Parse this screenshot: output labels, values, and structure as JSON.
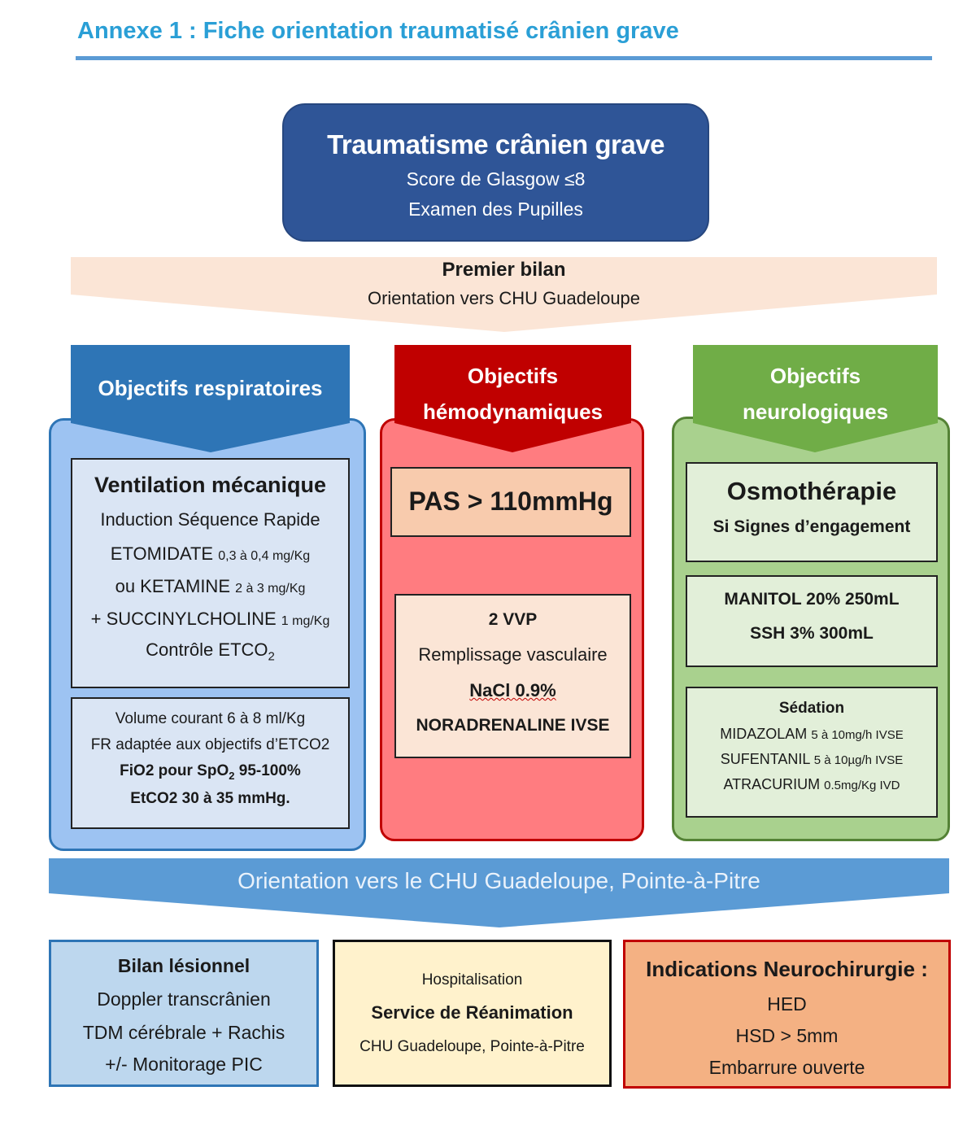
{
  "title": "Annexe 1 : Fiche orientation traumatisé crânien grave",
  "top": {
    "title": "Traumatisme crânien grave",
    "line2": "Score de Glasgow ≤8",
    "line3": "Examen des Pupilles"
  },
  "bilan": {
    "title": "Premier bilan",
    "subtitle": "Orientation vers CHU Guadeloupe"
  },
  "respiratory": {
    "header": "Objectifs respiratoires",
    "box1": {
      "title": "Ventilation  mécanique",
      "line1": "Induction Séquence Rapide",
      "drug1": "ETOMIDATE",
      "dose1": "0,3 à 0,4 mg/Kg",
      "drug2": "ou KETAMINE",
      "dose2": "2 à 3 mg/Kg",
      "drug3": "+ SUCCINYLCHOLINE",
      "dose3": "1 mg/Kg",
      "control": "Contrôle ETCO",
      "control_sub": "2"
    },
    "box2": {
      "line1": "Volume courant 6 à 8 ml/Kg",
      "line2": "FR adaptée aux objectifs d’ETCO2",
      "line3_pre": "FiO2 pour SpO",
      "line3_sub": "2",
      "line3_post": " 95-100%",
      "line4": "EtCO2 30 à 35 mmHg."
    }
  },
  "hemodynamic": {
    "header_line1": "Objectifs",
    "header_line2": "hémodynamiques",
    "box1": "PAS > 110mmHg",
    "box2": {
      "line1": "2 VVP",
      "line2": "Remplissage vasculaire",
      "line3": "NaCl 0.9%",
      "line4": "NORADRENALINE  IVSE"
    }
  },
  "neurological": {
    "header_line1": "Objectifs",
    "header_line2": "neurologiques",
    "box1": {
      "title": "Osmothérapie",
      "subtitle": "Si Signes d’engagement"
    },
    "box2": {
      "line1": "MANITOL 20% 250mL",
      "line2": "SSH 3% 300mL"
    },
    "box3": {
      "title": "Sédation",
      "drug1": "MIDAZOLAM",
      "dose1": "5 à 10mg/h IVSE",
      "drug2": "SUFENTANIL",
      "dose2": "5 à 10µg/h IVSE",
      "drug3": "ATRACURIUM",
      "dose3": "0.5mg/Kg IVD"
    }
  },
  "orientation": "Orientation vers le CHU Guadeloupe, Pointe-à-Pitre",
  "bottom": {
    "bilan": {
      "title": "Bilan lésionnel",
      "line1": "Doppler transcrânien",
      "line2": "TDM  cérébrale + Rachis",
      "line3": "+/- Monitorage PIC"
    },
    "hosp": {
      "line1": "Hospitalisation",
      "line2": "Service de Réanimation",
      "line3": "CHU Guadeloupe, Pointe-à-Pitre"
    },
    "neurosurgery": {
      "title": "Indications  Neurochirurgie :",
      "line1": "HED",
      "line2": "HSD > 5mm",
      "line3": "Embarrure ouverte"
    }
  },
  "colors": {
    "title": "#2a9fd6",
    "top_box": "#2f5597",
    "respiratory": "#2e75b6",
    "hemodynamic": "#c00000",
    "neurological": "#70ad47",
    "orientation_band": "#5b9bd5",
    "bilan_band": "#fbe5d6"
  }
}
